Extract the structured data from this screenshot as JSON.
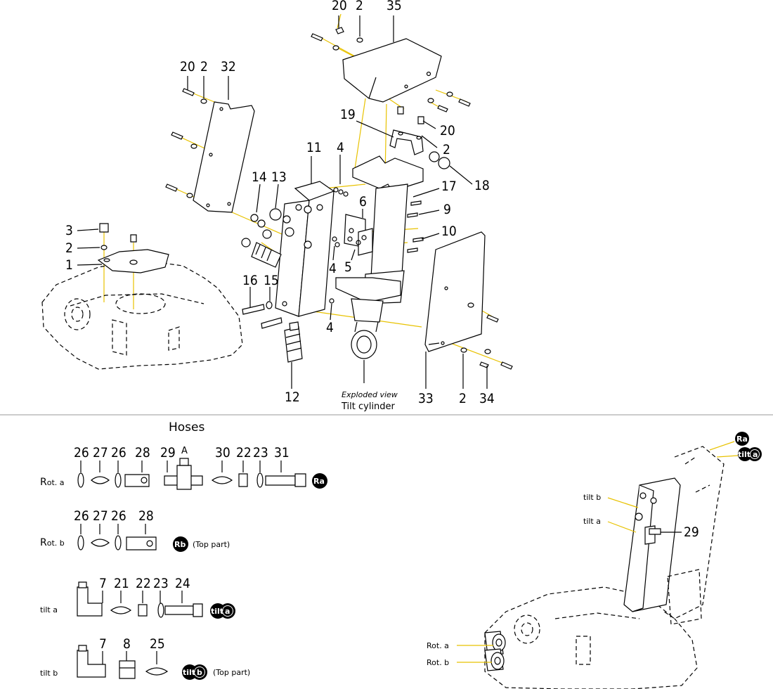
{
  "caption": {
    "line1": "Exploded view",
    "line2": "Tilt cylinder"
  },
  "hoses_title": "Hoses",
  "callouts": [
    {
      "id": "c20a",
      "text": "20"
    },
    {
      "id": "c2a",
      "text": "2"
    },
    {
      "id": "c35",
      "text": "35"
    },
    {
      "id": "c20b",
      "text": "20"
    },
    {
      "id": "c2b",
      "text": "2"
    },
    {
      "id": "c32",
      "text": "32"
    },
    {
      "id": "c19",
      "text": "19"
    },
    {
      "id": "c20c",
      "text": "20"
    },
    {
      "id": "c2c",
      "text": "2"
    },
    {
      "id": "c18",
      "text": "18"
    },
    {
      "id": "c17",
      "text": "17"
    },
    {
      "id": "c11",
      "text": "11"
    },
    {
      "id": "c4a",
      "text": "4"
    },
    {
      "id": "c14",
      "text": "14"
    },
    {
      "id": "c13",
      "text": "13"
    },
    {
      "id": "c6",
      "text": "6"
    },
    {
      "id": "c9",
      "text": "9"
    },
    {
      "id": "c10",
      "text": "10"
    },
    {
      "id": "c3",
      "text": "3"
    },
    {
      "id": "c2d",
      "text": "2"
    },
    {
      "id": "c1",
      "text": "1"
    },
    {
      "id": "c5",
      "text": "5"
    },
    {
      "id": "c4b",
      "text": "4"
    },
    {
      "id": "c16",
      "text": "16"
    },
    {
      "id": "c15",
      "text": "15"
    },
    {
      "id": "c4c",
      "text": "4"
    },
    {
      "id": "c12",
      "text": "12"
    },
    {
      "id": "c33",
      "text": "33"
    },
    {
      "id": "c2e",
      "text": "2"
    },
    {
      "id": "c34",
      "text": "34"
    }
  ],
  "rows": [
    {
      "key": "rot_a",
      "label_big": "R",
      "label_small": "ot. a",
      "parts": [
        "26",
        "27",
        "26",
        "28",
        "29",
        "30",
        "22",
        "23",
        "31"
      ],
      "top_letter": "A",
      "badge": "Ra",
      "note": ""
    },
    {
      "key": "rot_b",
      "label_big": "R",
      "label_small": "ot. b",
      "parts": [
        "26",
        "27",
        "26",
        "28"
      ],
      "badge": "Rb",
      "note": "(Top part)"
    },
    {
      "key": "tilt_a",
      "label_small": "tilt a",
      "parts": [
        "7",
        "21",
        "22",
        "23",
        "24"
      ],
      "badge_left": "tilt",
      "badge_right": "a",
      "note": ""
    },
    {
      "key": "tilt_b",
      "label_small": "tilt b",
      "parts": [
        "7",
        "8",
        "25"
      ],
      "badge_left": "tilt",
      "badge_right": "b",
      "note": "(Top part)"
    }
  ],
  "assembly": {
    "labels": [
      "tilt b",
      "tilt a",
      "Rot. a",
      "Rot. b"
    ],
    "part": "29",
    "badge_ra": "Ra",
    "badge_tilt_left": "tilt",
    "badge_tilt_right": "a"
  }
}
